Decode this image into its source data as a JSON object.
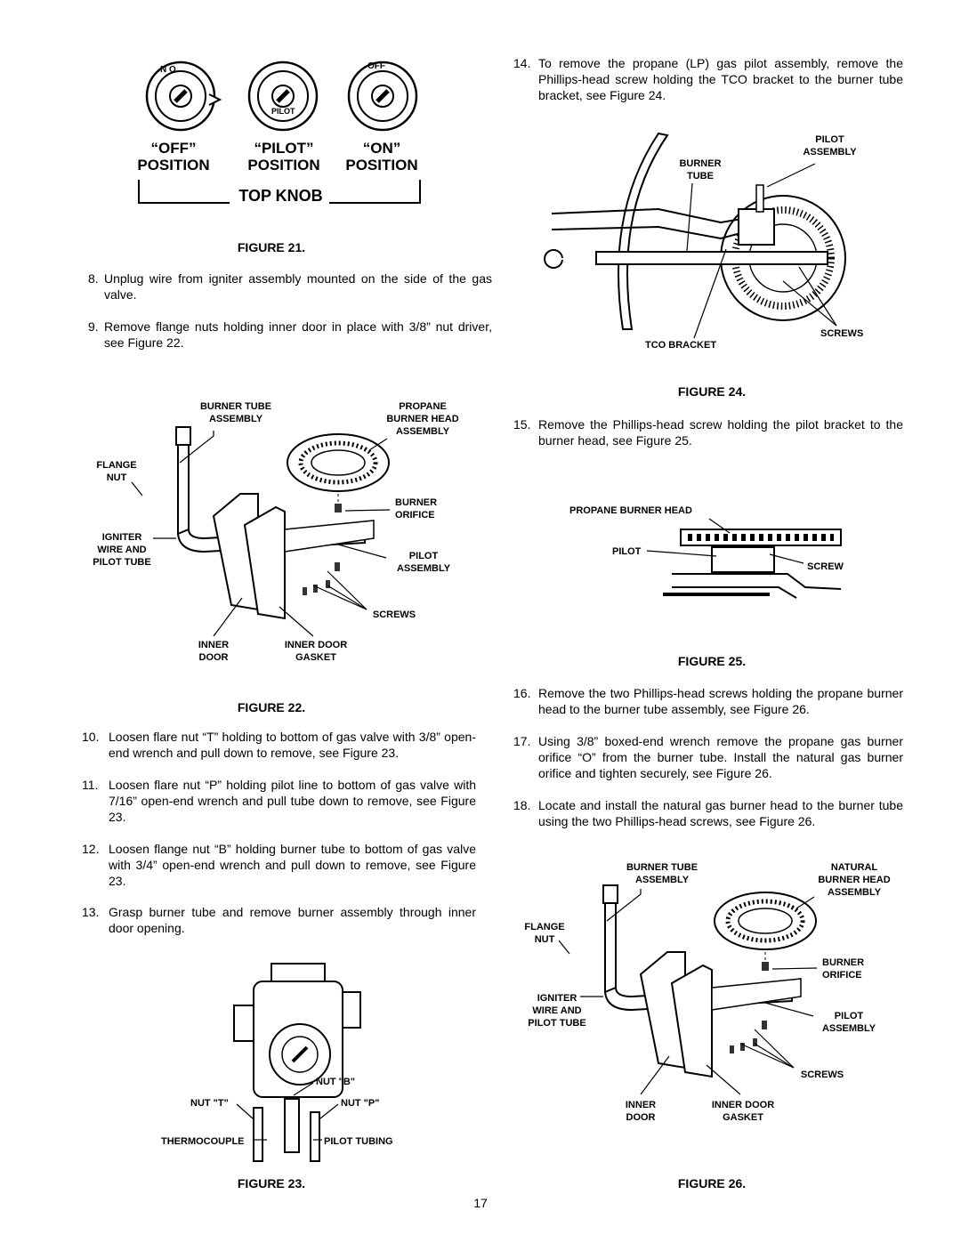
{
  "figure21": {
    "knob_labels": [
      {
        "quote": "“OFF”",
        "position": "POSITION"
      },
      {
        "quote": "“PILOT”",
        "position": "POSITION"
      },
      {
        "quote": "“ON”",
        "position": "POSITION"
      }
    ],
    "knob_ring_text": [
      "N O",
      "PILOT",
      "OFF"
    ],
    "bracket_label": "TOP KNOB",
    "caption": "FIGURE 21."
  },
  "steps_left": [
    {
      "num": "8.",
      "text": "Unplug wire from igniter assembly mounted on the side of the gas valve."
    },
    {
      "num": "9.",
      "text": "Remove flange nuts holding inner door in place with 3/8” nut driver, see Figure 22."
    }
  ],
  "figure22": {
    "labels": {
      "burner_tube_assembly": "BURNER TUBE\nASSEMBLY",
      "propane_burner_head": "PROPANE\nBURNER HEAD\nASSEMBLY",
      "flange_nut": "FLANGE\nNUT",
      "burner_orifice": "BURNER\nORIFICE",
      "igniter": "IGNITER\nWIRE AND\nPILOT TUBE",
      "pilot_assembly": "PILOT\nASSEMBLY",
      "screws": "SCREWS",
      "inner_door": "INNER\nDOOR",
      "inner_door_gasket": "INNER DOOR\nGASKET"
    },
    "caption": "FIGURE 22."
  },
  "steps_left2": [
    {
      "num": "10.",
      "text": "Loosen flare nut “T” holding to bottom of gas valve  with 3/8” open-end wrench and pull down to remove, see Figure 23."
    },
    {
      "num": "11.",
      "text": "Loosen flare nut “P” holding pilot line to bottom of gas valve with 7/16” open-end wrench and pull tube down to remove, see Figure 23."
    },
    {
      "num": "12.",
      "text": "Loosen flange nut “B” holding burner tube to bottom of gas valve with 3/4” open-end wrench and pull down to remove, see Figure 23."
    },
    {
      "num": "13.",
      "text": "Grasp burner tube and remove burner assembly through inner door opening."
    }
  ],
  "figure23": {
    "labels": {
      "nut_b": "NUT \"B\"",
      "nut_t": "NUT \"T\"",
      "nut_p": "NUT \"P\"",
      "thermocouple": "THERMOCOUPLE",
      "pilot_tubing": "PILOT TUBING"
    },
    "caption": "FIGURE 23."
  },
  "steps_right1": [
    {
      "num": "14.",
      "text": "To remove the propane (LP) gas pilot assembly, remove the Phillips-head screw holding the TCO bracket to the burner tube bracket, see Figure 24."
    }
  ],
  "figure24": {
    "labels": {
      "pilot_assembly": "PILOT\nASSEMBLY",
      "burner_tube": "BURNER\nTUBE",
      "screws": "SCREWS",
      "tco_bracket": "TCO BRACKET"
    },
    "caption": "FIGURE 24."
  },
  "steps_right2": [
    {
      "num": "15.",
      "text": "Remove the Phillips-head screw holding the pilot bracket to the burner head, see Figure 25."
    }
  ],
  "figure25": {
    "labels": {
      "propane_burner_head": "PROPANE BURNER HEAD",
      "pilot": "PILOT",
      "screw": "SCREW"
    },
    "caption": "FIGURE 25."
  },
  "steps_right3": [
    {
      "num": "16.",
      "text": "Remove the two Phillips-head screws holding the propane burner head to the burner tube assembly, see Figure 26."
    },
    {
      "num": "17.",
      "text": "Using 3/8” boxed-end wrench remove the propane gas burner orifice “O” from the burner tube. Install the natural gas burner orifice and tighten securely, see Figure 26."
    },
    {
      "num": "18.",
      "text": "Locate and install the natural gas burner head to the burner tube using the two Phillips-head screws, see Figure 26."
    }
  ],
  "figure26": {
    "labels": {
      "burner_tube_assembly": "BURNER TUBE\nASSEMBLY",
      "natural_burner_head": "NATURAL\nBURNER HEAD\nASSEMBLY",
      "flange_nut": "FLANGE\nNUT",
      "burner_orifice": "BURNER\nORIFICE",
      "igniter": "IGNITER\nWIRE AND\nPILOT TUBE",
      "pilot_assembly": "PILOT\nASSEMBLY",
      "screws": "SCREWS",
      "inner_door": "INNER\nDOOR",
      "inner_door_gasket": "INNER DOOR\nGASKET"
    },
    "caption": "FIGURE 26."
  },
  "page_number": "17"
}
